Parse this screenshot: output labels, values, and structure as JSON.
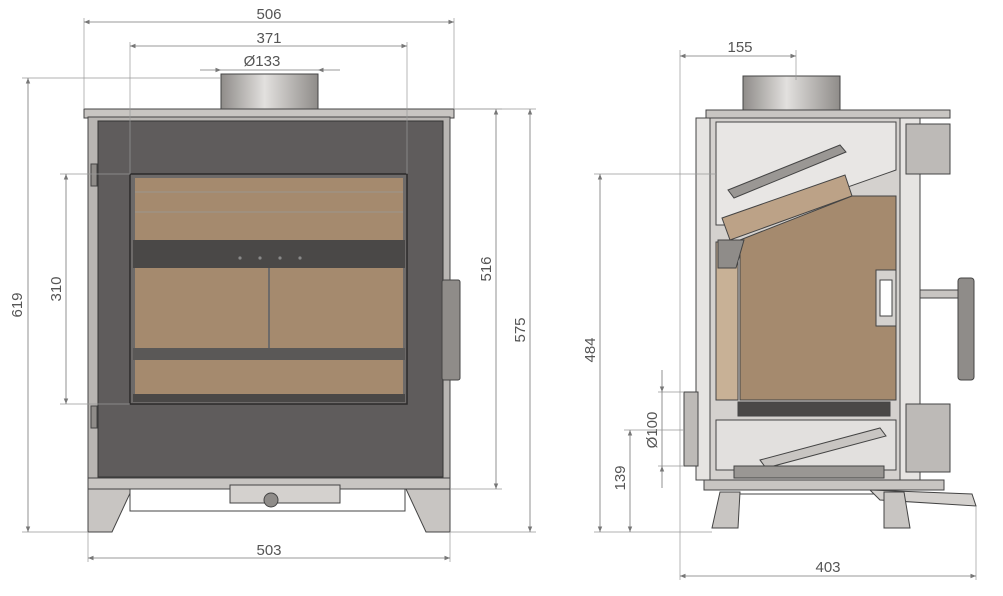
{
  "dimensions": {
    "front_width_top": "506",
    "front_glass_width": "371",
    "flue_diameter": "Ø133",
    "front_total_height": "619",
    "front_glass_height": "310",
    "front_body_height": "516",
    "front_height_no_flue": "575",
    "front_leg_width": "503",
    "side_flue_offset": "155",
    "side_flue_center_height": "484",
    "side_rear_outlet_diameter": "Ø100",
    "side_rear_outlet_height": "139",
    "side_depth": "403"
  },
  "colors": {
    "steel": "#c8c5c2",
    "steel_dark": "#8f8c89",
    "panel": "#5f5c5c",
    "panel_dark": "#3f3d3d",
    "firebrick": "#a58a6e",
    "firebrick_light": "#bca287",
    "cutaway_grey": "#d4d1ce",
    "dimension_line": "#777777"
  }
}
